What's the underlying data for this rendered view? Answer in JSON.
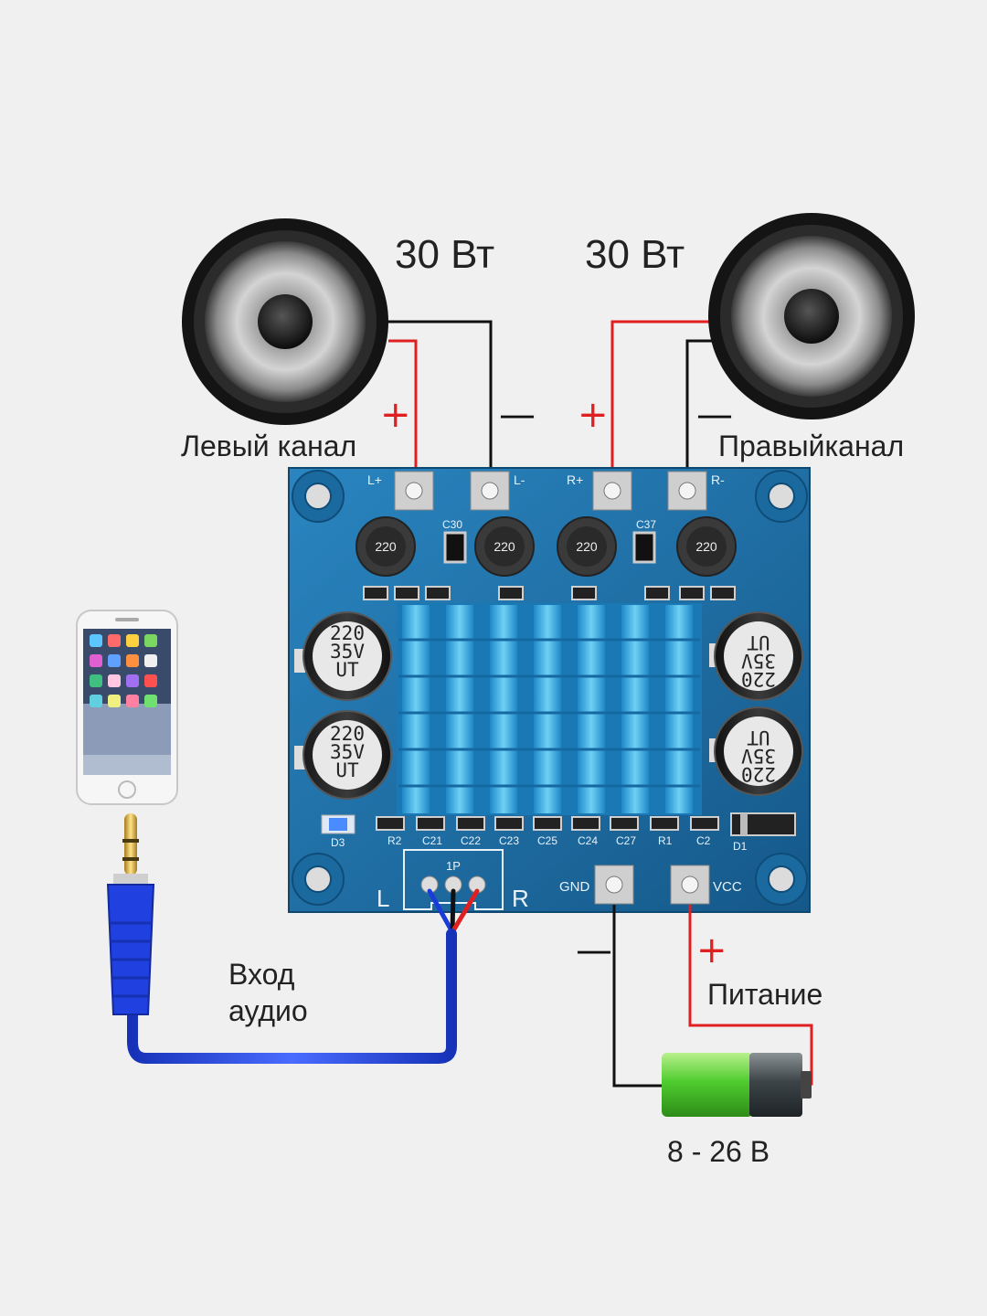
{
  "power": {
    "left_watts": "30 Вт",
    "right_watts": "30 Вт"
  },
  "channels": {
    "left": "Левый канал",
    "right": "Правыйканал"
  },
  "input": {
    "line1": "Вход",
    "line2": "аудио"
  },
  "supply": {
    "label": "Питание",
    "voltage": "8 - 26 В"
  },
  "polarity": {
    "plus": "+",
    "minus": "—"
  },
  "board": {
    "terminals": [
      "L+",
      "L-",
      "R+",
      "R-"
    ],
    "power_terminals": [
      "GND",
      "VCC"
    ],
    "input_labels": [
      "L",
      "R"
    ],
    "connector_label": "1P",
    "inductor_marking": "220",
    "capacitor_marking": [
      "220",
      "35V",
      "UT"
    ],
    "smd_labels_top": [
      "C30",
      "C37"
    ],
    "smd_labels_bottom": [
      "R2",
      "C21",
      "C22",
      "C23",
      "C25",
      "C24",
      "C27",
      "R1",
      "C2"
    ],
    "led_label": "D3",
    "diode_label": "D1"
  },
  "colors": {
    "board": "#1f6fa8",
    "heatsink": "#39aee0",
    "wire_red": "#e02020",
    "wire_black": "#111111",
    "cable": "#1f3fd0",
    "battery_green": "#54cc3a"
  }
}
